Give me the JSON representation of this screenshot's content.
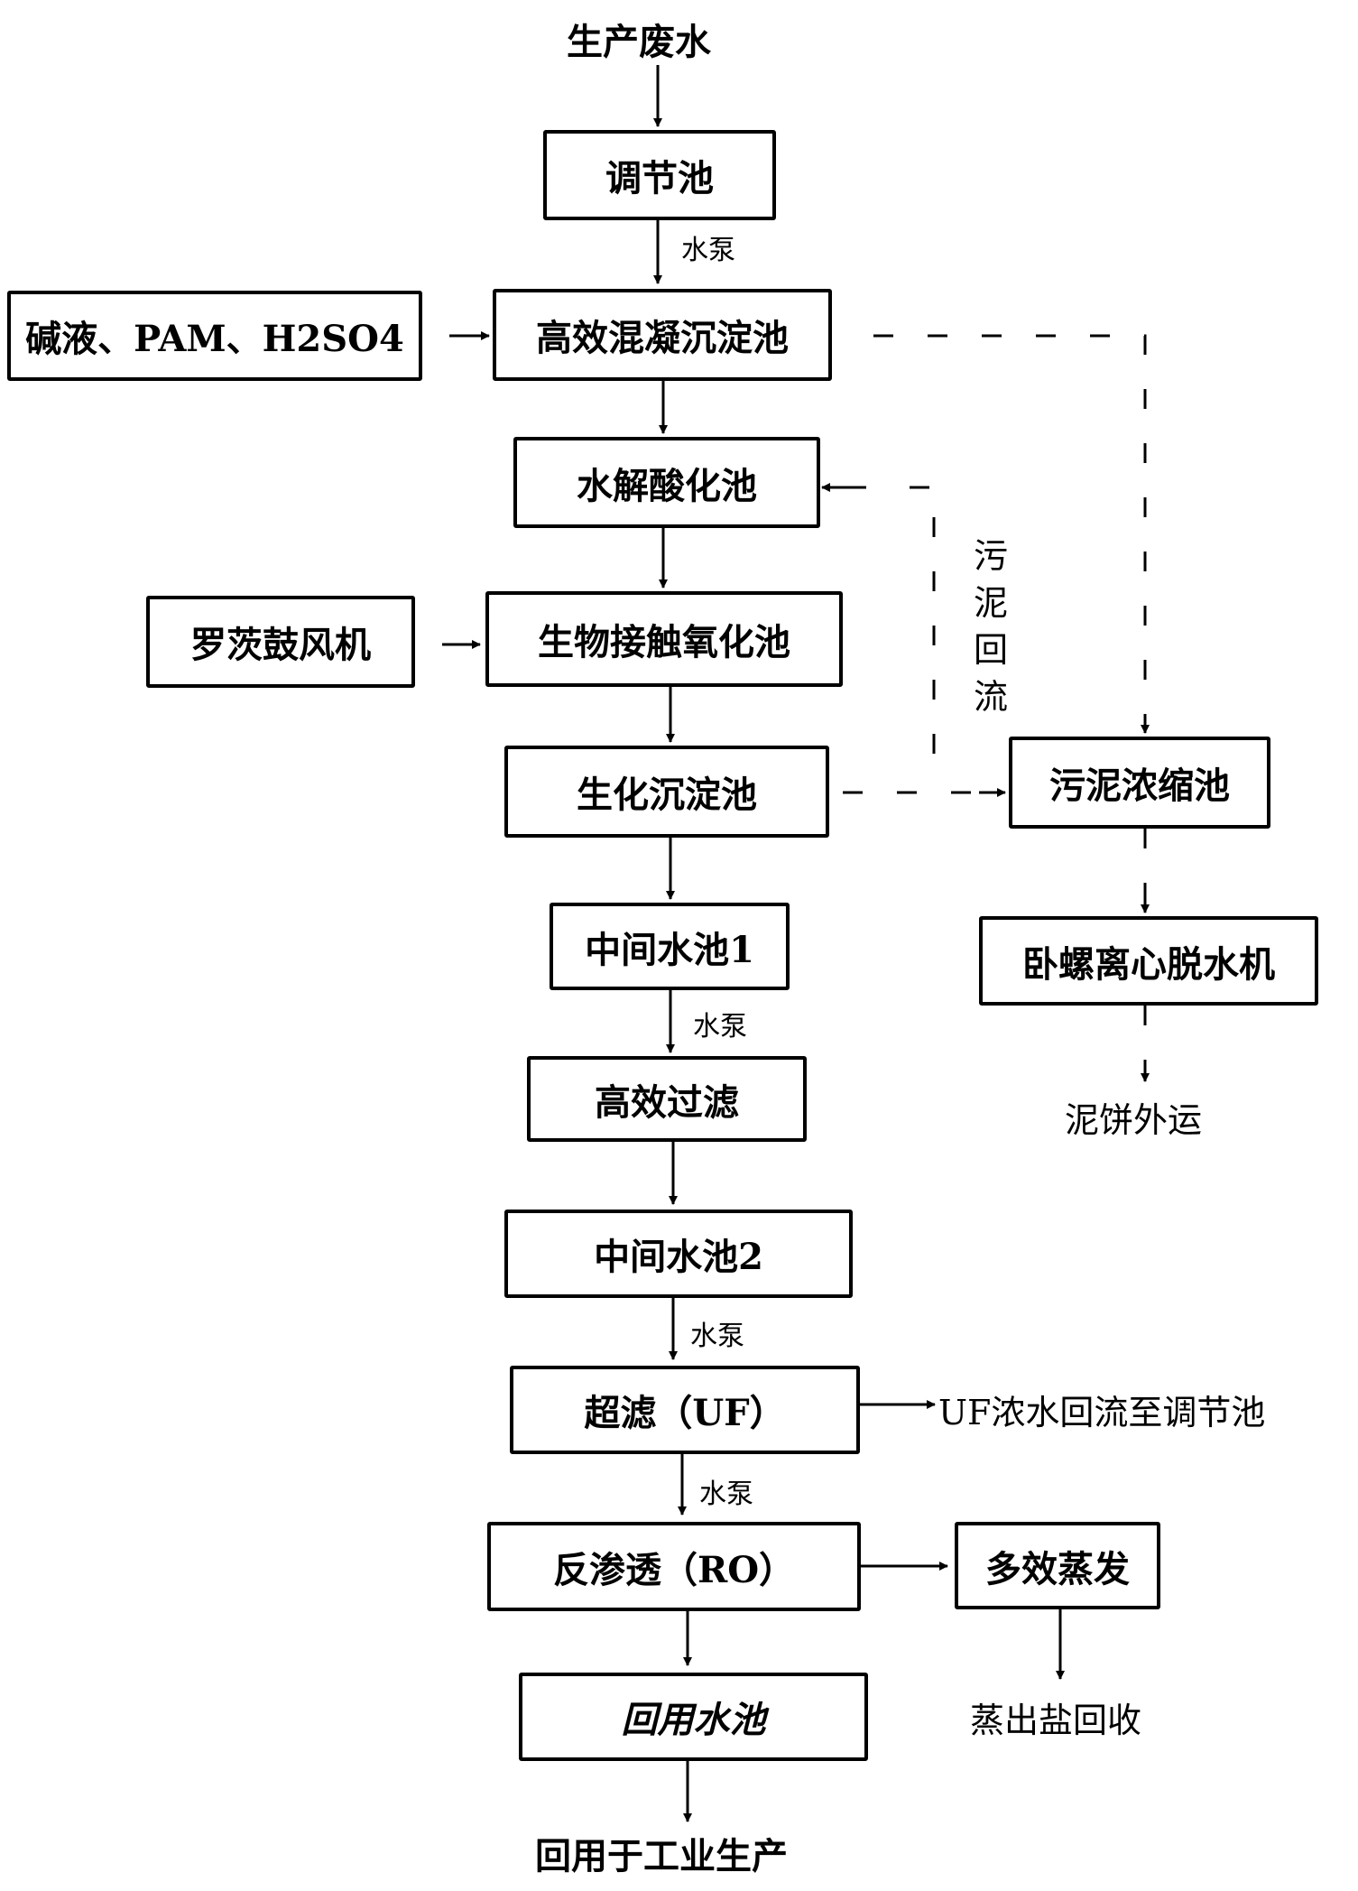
{
  "title": "生产废水",
  "nodes": {
    "equalization_tank": "调节池",
    "chemicals": "碱液、PAM、H2SO4",
    "coagulation_sedimentation": "高效混凝沉淀池",
    "hydrolysis_acidification": "水解酸化池",
    "roots_blower": "罗茨鼓风机",
    "bio_contact_oxidation": "生物接触氧化池",
    "bio_sedimentation": "生化沉淀池",
    "intermediate_tank_1": "中间水池1",
    "high_efficiency_filter": "高效过滤",
    "intermediate_tank_2": "中间水池2",
    "ultrafiltration": "超滤（UF）",
    "reverse_osmosis": "反渗透（RO）",
    "reuse_tank": "回用水池",
    "sludge_thickener": "污泥浓缩池",
    "decanter_centrifuge": "卧螺离心脱水机",
    "multi_effect_evaporation": "多效蒸发"
  },
  "edge_labels": {
    "pump_1": "水泵",
    "pump_2": "水泵",
    "pump_3": "水泵",
    "pump_4": "水泵",
    "sludge_return": "污泥回流"
  },
  "outputs": {
    "sludge_cake": "泥饼外运",
    "uf_concentrate": "UF浓水回流至调节池",
    "salt_recovery": "蒸出盐回收",
    "industrial_reuse": "回用于工业生产"
  }
}
